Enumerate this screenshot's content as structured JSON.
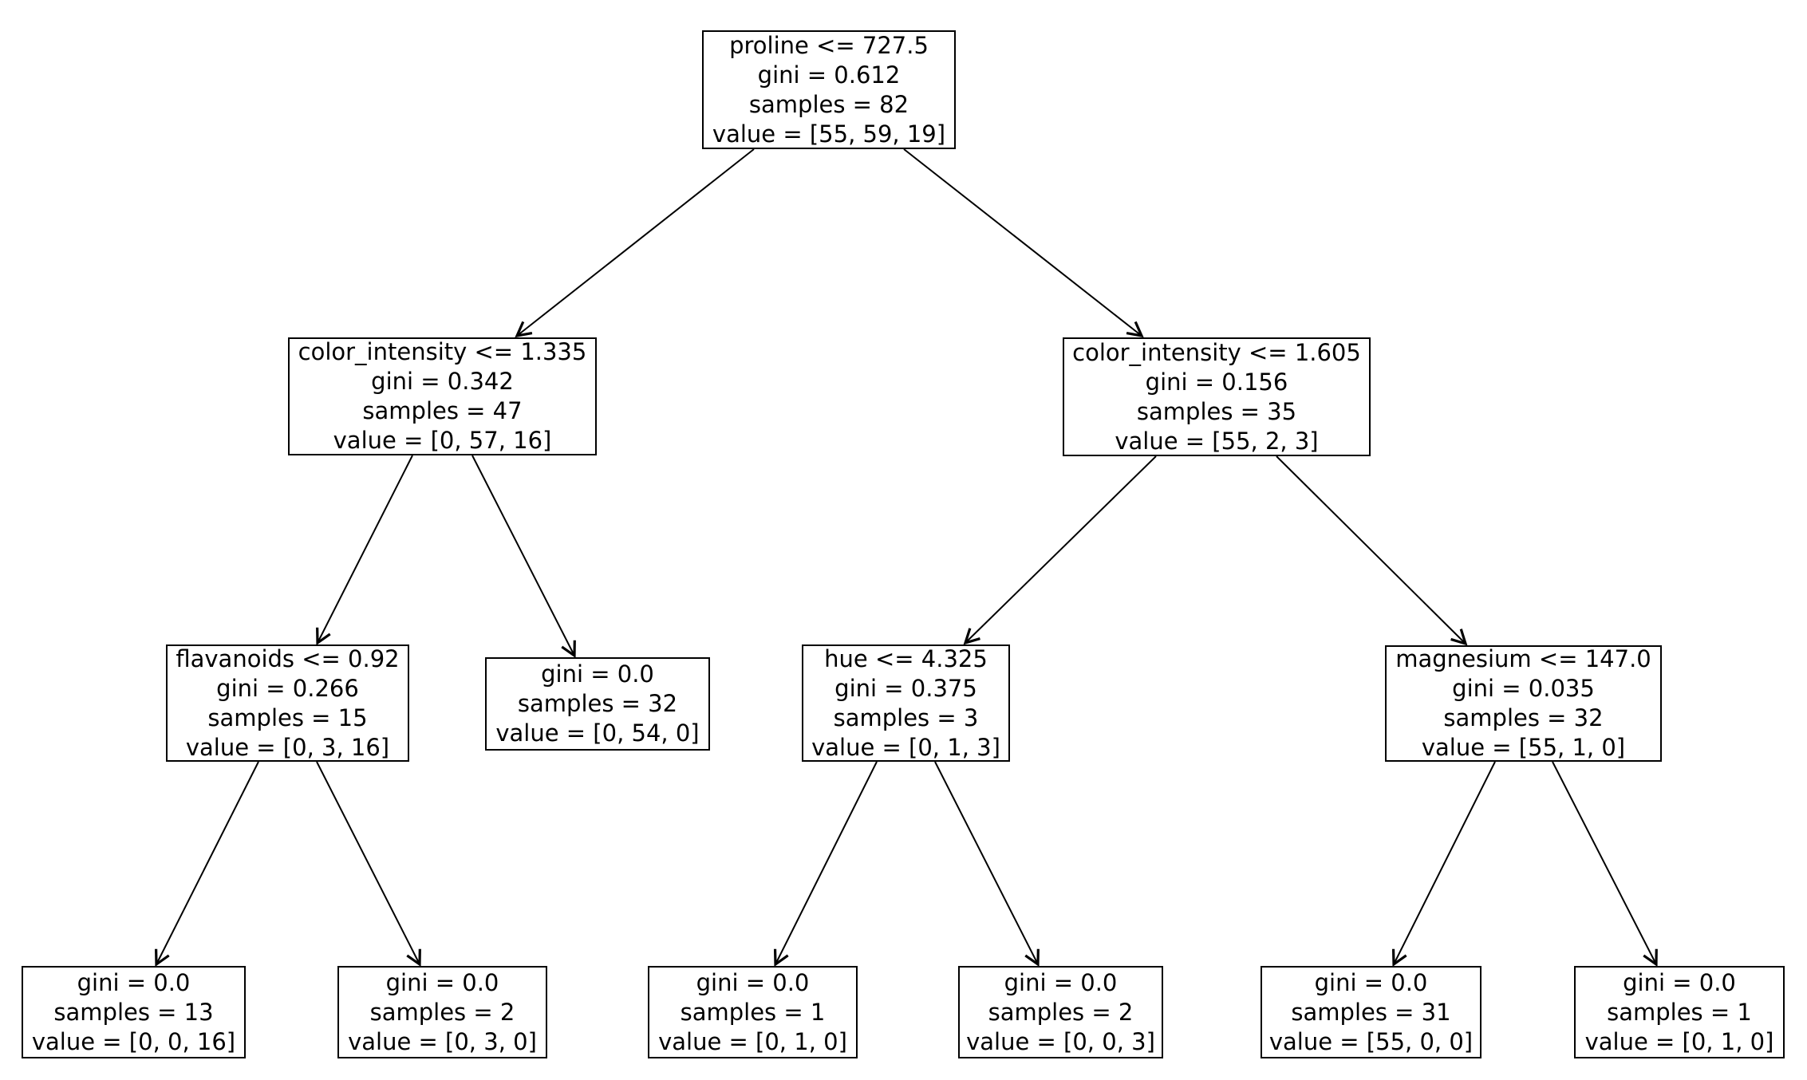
{
  "figure": {
    "background_color": "#ffffff",
    "box_border_color": "#000000",
    "text_color": "#000000",
    "edge_color": "#000000",
    "diagram_type": "decision-tree"
  },
  "tree": {
    "nodes": {
      "root": {
        "lines": [
          "proline <= 727.5",
          "gini = 0.612",
          "samples = 82",
          "value = [55, 59, 19]"
        ]
      },
      "left": {
        "lines": [
          "color_intensity <= 1.335",
          "gini = 0.342",
          "samples = 47",
          "value = [0, 57, 16]"
        ]
      },
      "right": {
        "lines": [
          "color_intensity <= 1.605",
          "gini = 0.156",
          "samples = 35",
          "value = [55, 2, 3]"
        ]
      },
      "left_left": {
        "lines": [
          "flavanoids <= 0.92",
          "gini = 0.266",
          "samples = 15",
          "value = [0, 3, 16]"
        ]
      },
      "left_right_leaf": {
        "lines": [
          "gini = 0.0",
          "samples = 32",
          "value = [0, 54, 0]"
        ]
      },
      "right_left": {
        "lines": [
          "hue <= 4.325",
          "gini = 0.375",
          "samples = 3",
          "value = [0, 1, 3]"
        ]
      },
      "right_right": {
        "lines": [
          "magnesium <= 147.0",
          "gini = 0.035",
          "samples = 32",
          "value = [55, 1, 0]"
        ]
      },
      "leaf_1": {
        "lines": [
          "gini = 0.0",
          "samples = 13",
          "value = [0, 0, 16]"
        ]
      },
      "leaf_2": {
        "lines": [
          "gini = 0.0",
          "samples = 2",
          "value = [0, 3, 0]"
        ]
      },
      "leaf_3": {
        "lines": [
          "gini = 0.0",
          "samples = 1",
          "value = [0, 1, 0]"
        ]
      },
      "leaf_4": {
        "lines": [
          "gini = 0.0",
          "samples = 2",
          "value = [0, 0, 3]"
        ]
      },
      "leaf_5": {
        "lines": [
          "gini = 0.0",
          "samples = 31",
          "value = [55, 0, 0]"
        ]
      },
      "leaf_6": {
        "lines": [
          "gini = 0.0",
          "samples = 1",
          "value = [0, 1, 0]"
        ]
      }
    }
  }
}
